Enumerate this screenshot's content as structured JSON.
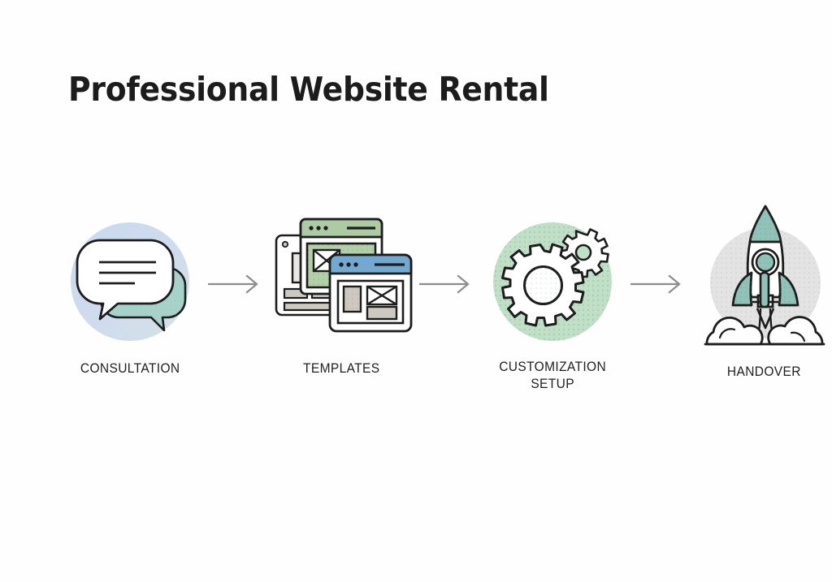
{
  "slide": {
    "background_color": "#fefefe",
    "title": "Professional Website Rental"
  },
  "process": {
    "arrow_color": "#8c8c8c",
    "steps": [
      {
        "id": "consultation",
        "label": "CONSULTATION",
        "icon_name": "speech-bubbles-icon",
        "circle_color": "#cedbec",
        "accent_color": "#a6d2ca"
      },
      {
        "id": "templates",
        "label": "TEMPLATES",
        "icon_name": "browser-windows-icon",
        "circle_color": "",
        "accent_color": "#adcba3",
        "secondary_color": "#71a9d0",
        "tertiary_color": "#cdc9c0"
      },
      {
        "id": "customization-setup",
        "label_line_1": "CUSTOMIZATION",
        "label_line_2": "SETUP",
        "icon_name": "gears-icon",
        "circle_color": "#bfdfc6",
        "accent_color": "#ffffff"
      },
      {
        "id": "handover",
        "label": "HANDOVER",
        "icon_name": "rocket-launch-icon",
        "circle_color": "#e3e3e3",
        "accent_color": "#8fc2b8"
      }
    ],
    "arrows": [
      {
        "id": "arrow-1",
        "from": "consultation",
        "to": "templates"
      },
      {
        "id": "arrow-2",
        "from": "templates",
        "to": "customization-setup"
      },
      {
        "id": "arrow-3",
        "from": "customization-setup",
        "to": "handover"
      }
    ]
  }
}
